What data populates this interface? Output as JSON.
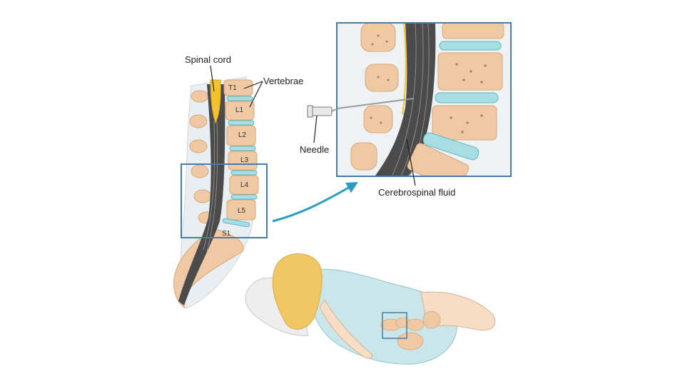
{
  "labels": {
    "spinal_cord": "Spinal cord",
    "vertebrae": "Vertebrae",
    "needle": "Needle",
    "csf": "Cerebrospinal fluid"
  },
  "vertebra_labels": [
    "T1",
    "L1",
    "L2",
    "L3",
    "L4",
    "L5",
    "S1"
  ],
  "colors": {
    "bone": "#eec9a3",
    "bone_edge": "#d9a678",
    "disc": "#a8dde3",
    "disc_edge": "#5bb8c4",
    "cord": "#f2c230",
    "canal": "#4b4b4b",
    "frame": "#4a7aa8",
    "arrow": "#2a9cc4",
    "skin": "#f7dcc6",
    "hair": "#f1c766",
    "gown": "#bfe3e6"
  }
}
